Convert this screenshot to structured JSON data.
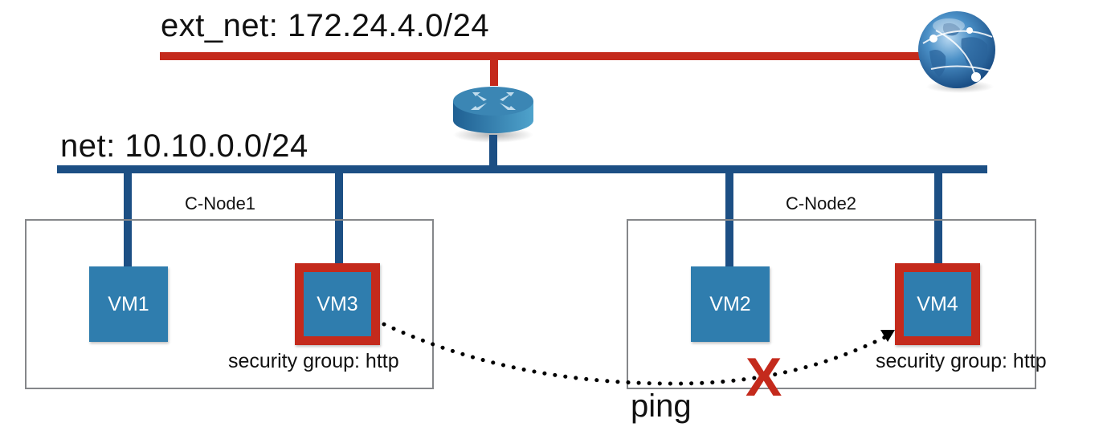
{
  "networks": {
    "external": {
      "label": "ext_net: 172.24.4.0/24",
      "color": "#c42a1c"
    },
    "internal": {
      "label": "net: 10.10.0.0/24",
      "color": "#1c4f84"
    }
  },
  "devices": {
    "router": {
      "icon": "router-icon"
    },
    "internet": {
      "icon": "globe-icon"
    }
  },
  "compute_nodes": [
    {
      "name": "C-Node1"
    },
    {
      "name": "C-Node2"
    }
  ],
  "vms": [
    {
      "name": "VM1",
      "node": "C-Node1",
      "security_group": null
    },
    {
      "name": "VM3",
      "node": "C-Node1",
      "security_group": "security group: http"
    },
    {
      "name": "VM2",
      "node": "C-Node2",
      "security_group": null
    },
    {
      "name": "VM4",
      "node": "C-Node2",
      "security_group": "security group: http"
    }
  ],
  "traffic": {
    "label": "ping",
    "from": "VM3",
    "to": "VM4",
    "status": "blocked",
    "blocked_mark": "X",
    "blocked_color": "#c42a1c"
  },
  "colors": {
    "vm_fill": "#2f7dae",
    "security_border": "#c42a1c",
    "node_border": "#85878a"
  }
}
